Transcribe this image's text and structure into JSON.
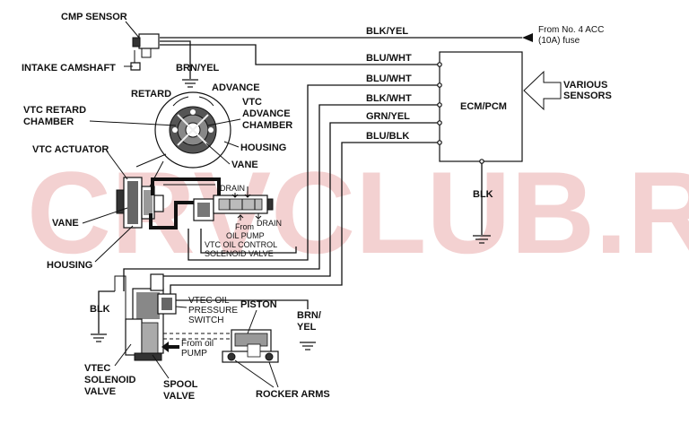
{
  "watermark": "CRVCLUB.RU",
  "colors": {
    "watermark": "#f2c9c9",
    "ink": "#111111"
  },
  "components": {
    "cmp_sensor": "CMP SENSOR",
    "intake_camshaft": "INTAKE CAMSHAFT",
    "retard": "RETARD",
    "advance": "ADVANCE",
    "vtc_retard_chamber": [
      "VTC RETARD",
      "CHAMBER"
    ],
    "vtc_advance_chamber": [
      "VTC",
      "ADVANCE",
      "CHAMBER"
    ],
    "housing_upper": "HOUSING",
    "vane_upper": "VANE",
    "vtc_actuator": "VTC ACTUATOR",
    "vane_lower": "VANE",
    "housing_lower": "HOUSING",
    "drain_1": "DRAIN",
    "drain_2": "DRAIN",
    "from_oil_pump_1": [
      "From",
      "OIL PUMP"
    ],
    "vtc_oil_control": [
      "VTC OIL CONTROL",
      "SOLENOID VALVE"
    ],
    "ecm_pcm": "ECM/PCM",
    "various_sensors": [
      "VARIOUS",
      "SENSORS"
    ],
    "from_acc": [
      "From No. 4 ACC",
      "(10A) fuse"
    ],
    "vtec_oil_pressure_switch": [
      "VTEC OIL",
      "PRESSURE",
      "SWITCH"
    ],
    "piston": "PISTON",
    "from_oil_pump_2": [
      "From oil",
      "PUMP"
    ],
    "vtec_solenoid_valve": [
      "VTEC",
      "SOLENOID",
      "VALVE"
    ],
    "spool_valve": [
      "SPOOL",
      "VALVE"
    ],
    "rocker_arms": "ROCKER ARMS"
  },
  "wires": {
    "blk_yel": "BLK/YEL",
    "blu_wht_1": "BLU/WHT",
    "blu_wht_2": "BLU/WHT",
    "blk_wht": "BLK/WHT",
    "grn_yel": "GRN/YEL",
    "blu_blk": "BLU/BLK",
    "brn_yel_top": "BRN/YEL",
    "blk_ecm": "BLK",
    "blk_vtec": "BLK",
    "brn_yel_bottom": [
      "BRN/",
      "YEL"
    ]
  }
}
